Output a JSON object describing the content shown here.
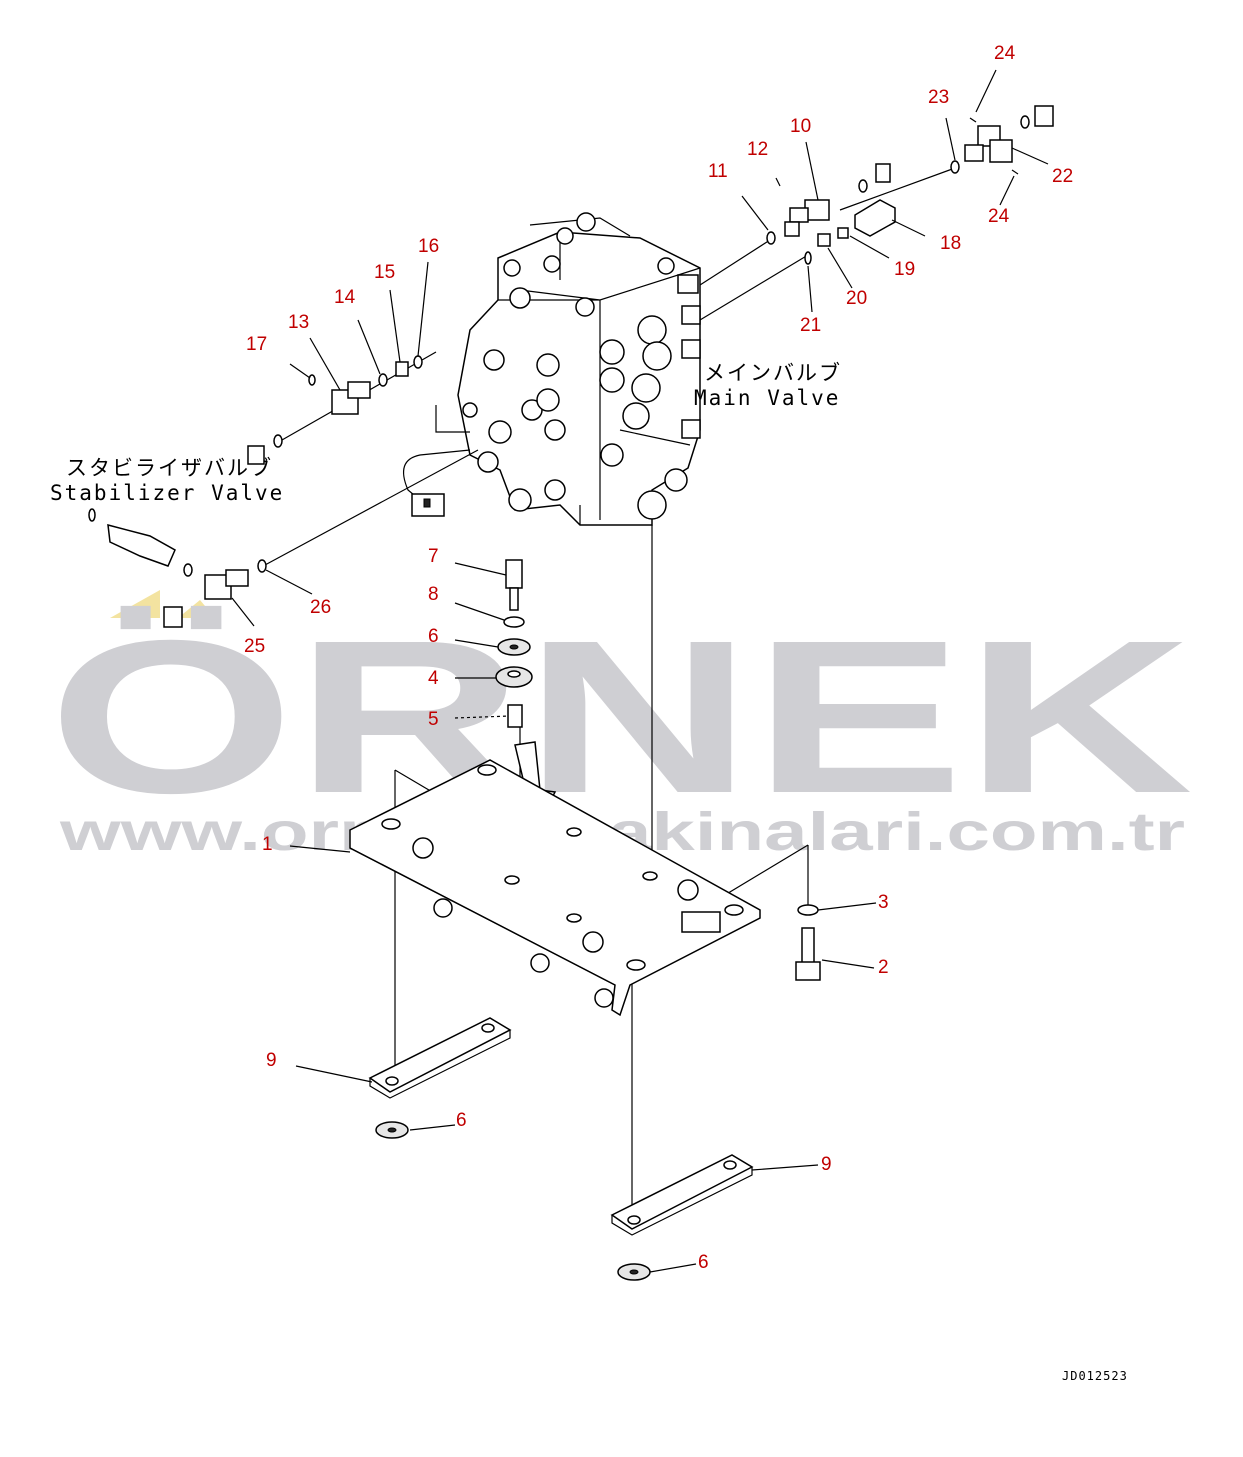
{
  "callouts": [
    {
      "id": "c1",
      "text": "1"
    },
    {
      "id": "c2",
      "text": "2"
    },
    {
      "id": "c3",
      "text": "3"
    },
    {
      "id": "c4",
      "text": "4"
    },
    {
      "id": "c5",
      "text": "5"
    },
    {
      "id": "c6a",
      "text": "6"
    },
    {
      "id": "c6b",
      "text": "6"
    },
    {
      "id": "c6c",
      "text": "6"
    },
    {
      "id": "c7",
      "text": "7"
    },
    {
      "id": "c8",
      "text": "8"
    },
    {
      "id": "c9a",
      "text": "9"
    },
    {
      "id": "c9b",
      "text": "9"
    },
    {
      "id": "c10",
      "text": "10"
    },
    {
      "id": "c11",
      "text": "11"
    },
    {
      "id": "c12",
      "text": "12"
    },
    {
      "id": "c13",
      "text": "13"
    },
    {
      "id": "c14",
      "text": "14"
    },
    {
      "id": "c15",
      "text": "15"
    },
    {
      "id": "c16",
      "text": "16"
    },
    {
      "id": "c17",
      "text": "17"
    },
    {
      "id": "c18",
      "text": "18"
    },
    {
      "id": "c19",
      "text": "19"
    },
    {
      "id": "c20",
      "text": "20"
    },
    {
      "id": "c21",
      "text": "21"
    },
    {
      "id": "c22",
      "text": "22"
    },
    {
      "id": "c23",
      "text": "23"
    },
    {
      "id": "c24a",
      "text": "24"
    },
    {
      "id": "c24b",
      "text": "24"
    },
    {
      "id": "c25",
      "text": "25"
    },
    {
      "id": "c26",
      "text": "26"
    }
  ],
  "labels": {
    "main_valve_jp": "メインバルブ",
    "main_valve_en": "Main Valve",
    "stabilizer_valve_jp": "スタビライザバルブ",
    "stabilizer_valve_en": "Stabilizer Valve"
  },
  "drawing_code": "JD012523",
  "watermark": {
    "brand": "ÖRNEK",
    "url": "www.ornekismakinalari.com.tr",
    "color": "#cfcfd3",
    "accent_color": "#f3e3a0"
  },
  "callout_color": "#c00000"
}
